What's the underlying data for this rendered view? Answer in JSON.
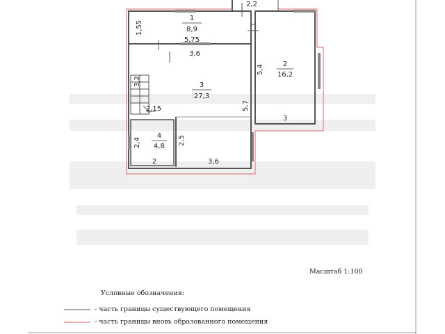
{
  "plan": {
    "rooms": [
      {
        "number": "1",
        "area": "8,9"
      },
      {
        "number": "2",
        "area": "16,2"
      },
      {
        "number": "3",
        "area": "27,3"
      },
      {
        "number": "4",
        "area": "4,8"
      }
    ],
    "dimensions": {
      "porch_width": "2,2",
      "r1_height": "1,55",
      "r1_length": "5,75",
      "r3_top": "3,6",
      "r2_height": "5,4",
      "r3_height": "5,7",
      "r2_bottom": "3",
      "stair_height": "3,2",
      "stair_width": "2,15",
      "r4_height": "2,4",
      "r4_width": "2",
      "r3_inner_height": "2,5",
      "r3_bottom": "3,6"
    }
  },
  "scale_label": "Масштаб 1:100",
  "legend": {
    "title": "Условные обозначения:",
    "items": [
      {
        "text": "- часть границы существующего помещения",
        "color": "#555555"
      },
      {
        "text": "- часть границы вновь образованного помещения",
        "color": "#e06666"
      }
    ]
  },
  "colors": {
    "wall": "#555555",
    "new_boundary": "#e06666"
  }
}
